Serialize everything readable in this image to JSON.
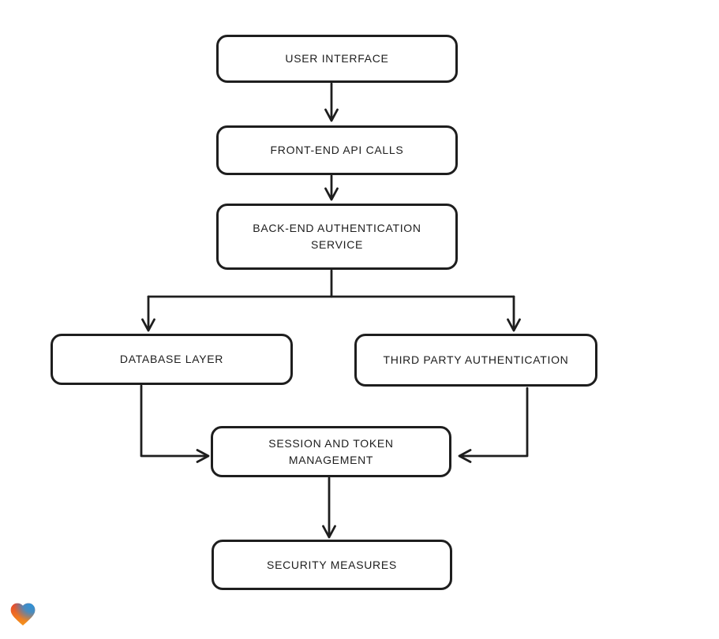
{
  "canvas": {
    "background": "#ffffff",
    "stroke_color": "#1e1e1e",
    "text_color": "#1d1d1d"
  },
  "nodes": [
    {
      "id": "user-interface",
      "lines": [
        "USER INTERFACE"
      ]
    },
    {
      "id": "front-end-api-calls",
      "lines": [
        "FRONT-END API CALLS"
      ]
    },
    {
      "id": "back-end-authentication-service",
      "lines": [
        "BACK-END AUTHENTICATION",
        "SERVICE"
      ]
    },
    {
      "id": "database-layer",
      "lines": [
        "DATABASE LAYER"
      ]
    },
    {
      "id": "third-party-authentication",
      "lines": [
        "THIRD PARTY AUTHENTICATION"
      ]
    },
    {
      "id": "session-and-token-management",
      "lines": [
        "SESSION AND TOKEN",
        "MANAGEMENT"
      ]
    },
    {
      "id": "security-measures",
      "lines": [
        "SECURITY MEASURES"
      ]
    }
  ],
  "edges": [
    {
      "from": "user-interface",
      "to": "front-end-api-calls"
    },
    {
      "from": "front-end-api-calls",
      "to": "back-end-authentication-service"
    },
    {
      "from": "back-end-authentication-service",
      "to": "database-layer"
    },
    {
      "from": "back-end-authentication-service",
      "to": "third-party-authentication"
    },
    {
      "from": "database-layer",
      "to": "session-and-token-management"
    },
    {
      "from": "third-party-authentication",
      "to": "session-and-token-management"
    },
    {
      "from": "session-and-token-management",
      "to": "security-measures"
    }
  ],
  "logo": {
    "icon": "gradient-heart-icon",
    "colors": {
      "red": "#e8392d",
      "mid_orange": "#ed6d24",
      "orange": "#f6a21c",
      "blue": "#2e93d8"
    }
  }
}
